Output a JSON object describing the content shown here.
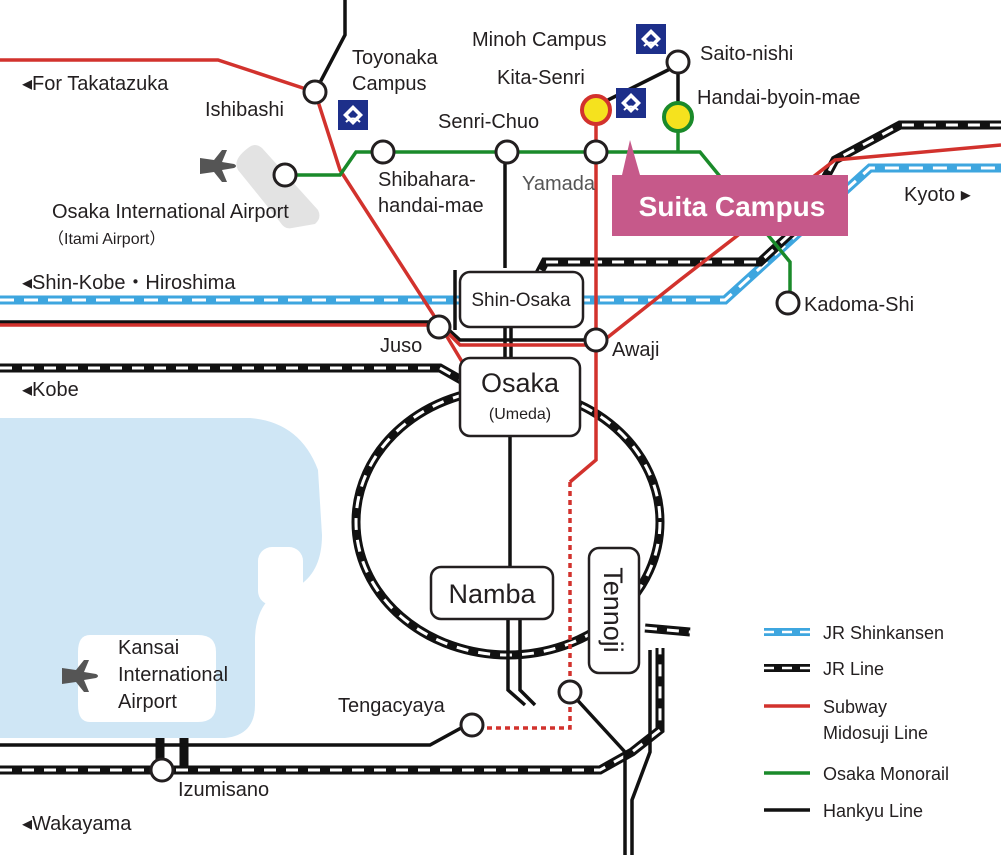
{
  "directions": {
    "takatazuka": "◂For Takatazuka",
    "shinkobe": "◂Shin-Kobe・Hiroshima",
    "kobe": "◂Kobe",
    "wakayama": "◂Wakayama",
    "kyoto": "Kyoto ▸"
  },
  "campuses": {
    "toyonaka_line1": "Toyonaka",
    "toyonaka_line2": "Campus",
    "minoh": "Minoh Campus",
    "suita": "Suita Campus"
  },
  "stations": {
    "ishibashi": "Ishibashi",
    "kita_senri": "Kita-Senri",
    "saito_nishi": "Saito-nishi",
    "handai_byoin_mae": "Handai-byoin-mae",
    "senri_chuo": "Senri-Chuo",
    "shibahara_line1": "Shibahara-",
    "shibahara_line2": "handai-mae",
    "yamada": "Yamada",
    "kadoma_shi": "Kadoma-Shi",
    "juso": "Juso",
    "awaji": "Awaji",
    "tengacyaya": "Tengacyaya",
    "izumisano": "Izumisano"
  },
  "hubs": {
    "shin_osaka": "Shin-Osaka",
    "osaka": "Osaka",
    "umeda": "(Umeda)",
    "namba": "Namba",
    "tennoji": "Tennoji"
  },
  "airports": {
    "itami_line1": "Osaka International Airport",
    "itami_line2": "（Itami Airport）",
    "kansai_line1": "Kansai",
    "kansai_line2": "International",
    "kansai_line3": "Airport"
  },
  "legend": {
    "shinkansen": "JR Shinkansen",
    "jr_line": "JR Line",
    "midosuji_line1": "Subway",
    "midosuji_line2": "Midosuji Line",
    "monorail": "Osaka Monorail",
    "hankyu": "Hankyu Line"
  },
  "colors": {
    "subway_red": "#d2322d",
    "monorail_green": "#1a8a2a",
    "shinkansen_blue": "#3ea6df",
    "water": "#cfe6f5",
    "campus_badge": "#c6598a",
    "university_blue": "#1d2f8a",
    "highlight_yellow": "#f5e21e"
  }
}
